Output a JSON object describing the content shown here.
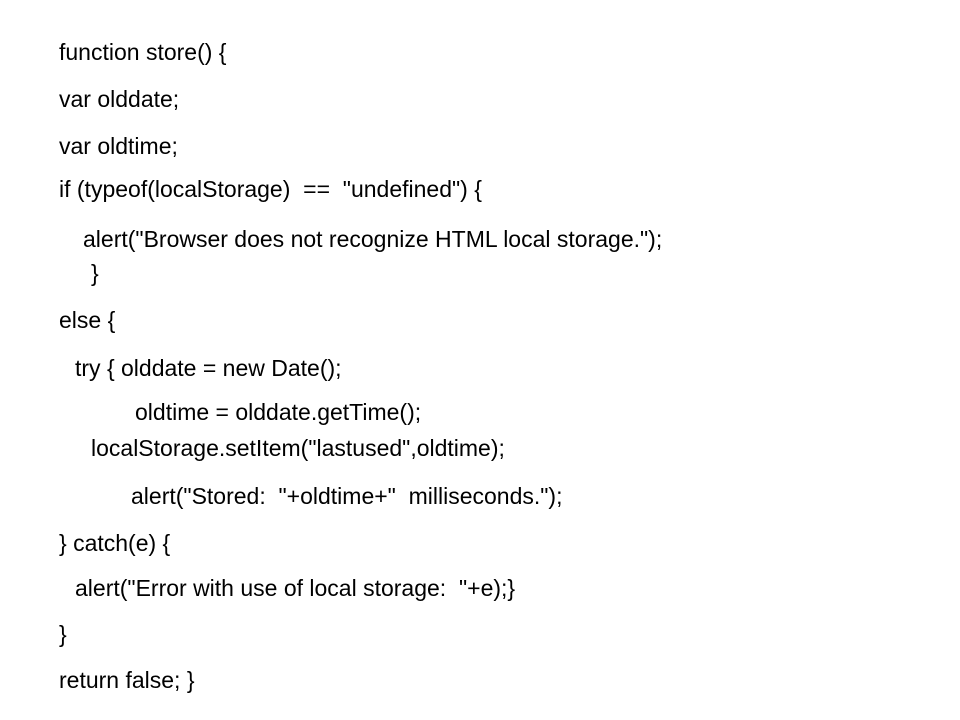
{
  "code_lines": [
    "function store() {",
    "var olddate;",
    "var oldtime;",
    "if (typeof(localStorage)  ==  \"undefined\") {",
    "alert(\"Browser does not recognize HTML local storage.\");",
    "}",
    "else {",
    "try { olddate = new Date();",
    "oldtime = olddate.getTime();",
    "localStorage.setItem(\"lastused\",oldtime);",
    "alert(\"Stored:  \"+oldtime+\"  milliseconds.\");",
    "} catch(e) {",
    "alert(\"Error with use of local storage:  \"+e);}",
    "}",
    "return false; }"
  ]
}
